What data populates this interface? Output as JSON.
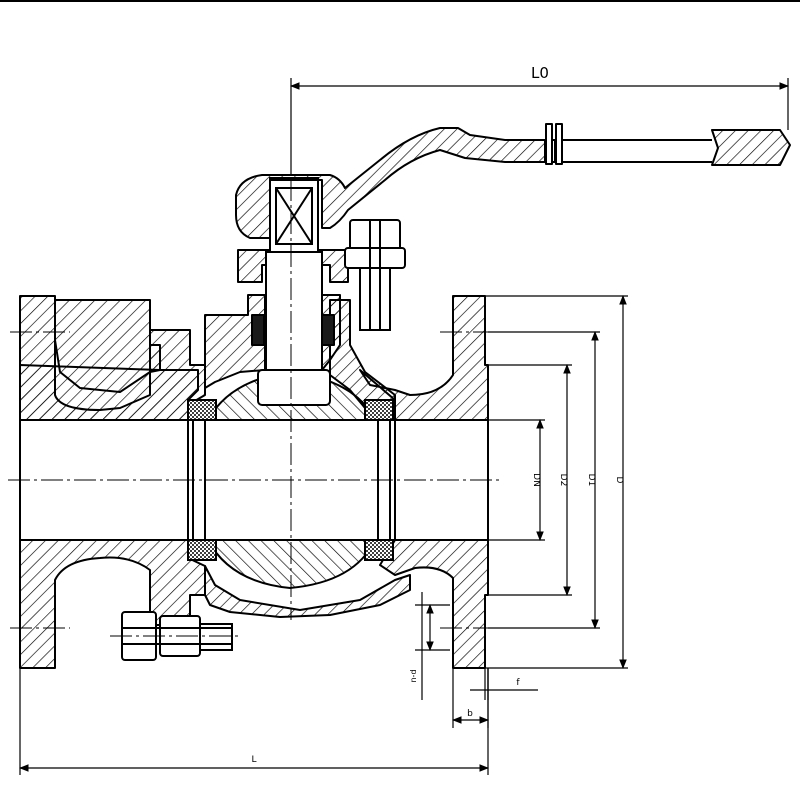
{
  "labels": {
    "L0": "L0",
    "L": "L",
    "DN": "DN",
    "D2": "D2",
    "D1": "D1",
    "D": "D",
    "n_d": "n-d",
    "f": "f",
    "b": "b"
  },
  "colors": {
    "ink": "#000000",
    "paper": "#ffffff",
    "gasket": "#1a1a1a"
  }
}
